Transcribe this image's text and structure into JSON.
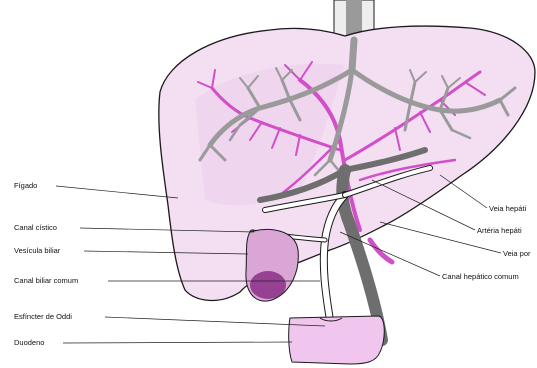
{
  "labels": {
    "figado": "Fígado",
    "canal_cistico": "Canal cístico",
    "vesicula_biliar": "Vesícula biliar",
    "canal_biliar_comum": "Canal biliar comum",
    "esfincter_oddi": "Esfíncter de Oddi",
    "duodeno": "Duodeno",
    "veia_hepatica": "Veia hepáti",
    "arteria_hepatica": "Artéria hepáti",
    "veia_porta": "Veia por",
    "canal_hepatico_comum": "Canal hepático comum"
  },
  "colors": {
    "liver": "#f3def2",
    "liver_stroke": "#1a1a1a",
    "hepatic_vein": "#9a9a9a",
    "hepatic_artery": "#d14fc9",
    "portal_vein": "#6e6e6e",
    "bile_duct": "#ffffff",
    "gallbladder": "#d9a6d6",
    "gallbladder_dark": "#8b2f86",
    "duodenum": "#f0c6ef"
  }
}
